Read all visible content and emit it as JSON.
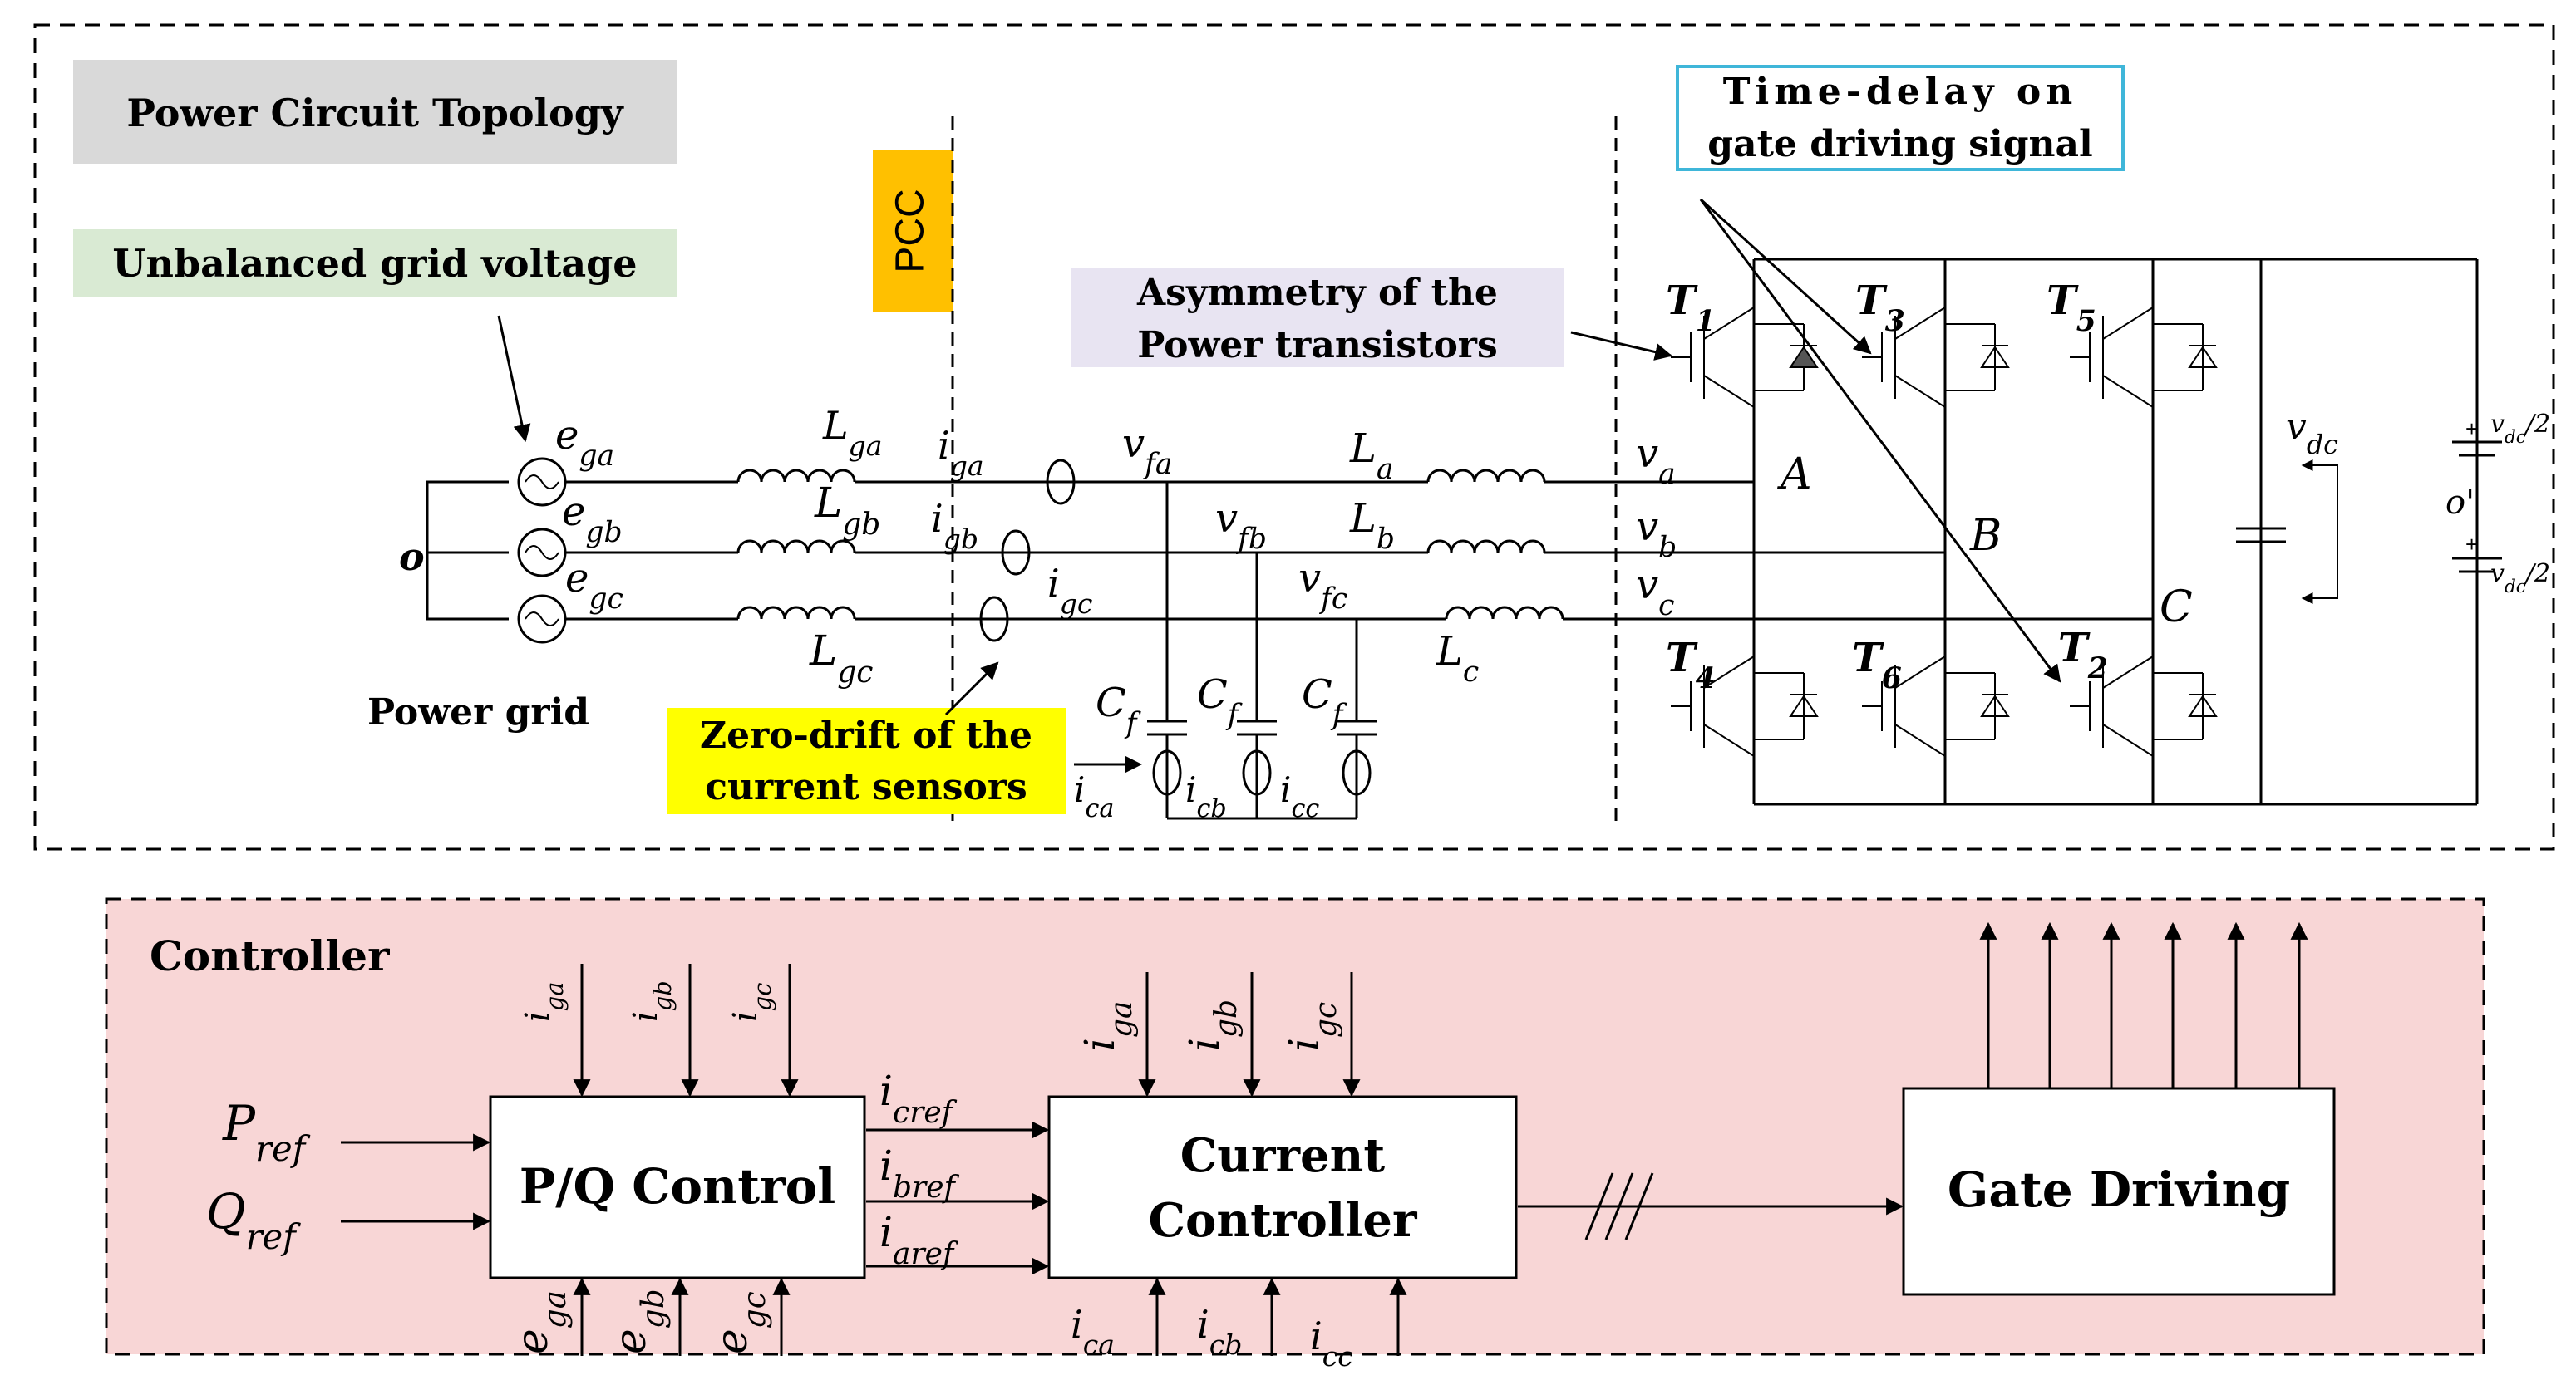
{
  "colors": {
    "title_bg": "#d9d9d9",
    "grid_label_bg": "#d9ead3",
    "pcc_bg": "#ffc000",
    "asym_bg": "#e8e4f2",
    "delay_border": "#3fb6d9",
    "zero_drift_bg": "#ffff00",
    "controller_bg": "#f8d6d6"
  },
  "power": {
    "title": "Power Circuit Topology",
    "grid_label": "Unbalanced grid voltage",
    "pcc": "PCC",
    "asymmetry": [
      "Asymmetry of the",
      "Power transistors"
    ],
    "time_delay": [
      "Time-delay on",
      "gate driving signal"
    ],
    "zero_drift": [
      "Zero-drift of the",
      "current sensors"
    ],
    "power_grid": "Power grid",
    "node_o": "o",
    "sources": [
      "e_ga",
      "e_gb",
      "e_gc"
    ],
    "grid_inductors": [
      "L_ga",
      "L_gb",
      "L_gc"
    ],
    "grid_currents": [
      "i_ga",
      "i_gb",
      "i_gc"
    ],
    "filter_voltages": [
      "v_fa",
      "v_fb",
      "v_fc"
    ],
    "filter_inductors": [
      "L_a",
      "L_b",
      "L_c"
    ],
    "converter_voltages": [
      "v_a",
      "v_b",
      "v_c"
    ],
    "caps": [
      "C_f",
      "C_f",
      "C_f"
    ],
    "cap_currents": [
      "i_ca",
      "i_cb",
      "i_cc"
    ],
    "legs": [
      "A",
      "B",
      "C"
    ],
    "switches_top": [
      "T1",
      "T3",
      "T5"
    ],
    "switches_bottom": [
      "T4",
      "T6",
      "T2"
    ],
    "dc_voltage": "v_dc",
    "half_dc": "v_dc/2",
    "midpoint": "o'"
  },
  "controller": {
    "title": "Controller",
    "pq_block": "P/Q Control",
    "current_block": [
      "Current",
      "Controller"
    ],
    "gate_block": "Gate Driving",
    "inputs": [
      "P_ref",
      "Q_ref"
    ],
    "pq_top_inputs": [
      "i_ga",
      "i_gb",
      "i_gc"
    ],
    "pq_bottom_inputs": [
      "e_ga",
      "e_gb",
      "e_gc"
    ],
    "refs": [
      "i_cref",
      "i_bref",
      "i_aref"
    ],
    "cc_top_inputs": [
      "i_ga",
      "i_gb",
      "i_gc"
    ],
    "cc_bottom_inputs": [
      "i_ca",
      "i_cb",
      "i_cc"
    ]
  }
}
